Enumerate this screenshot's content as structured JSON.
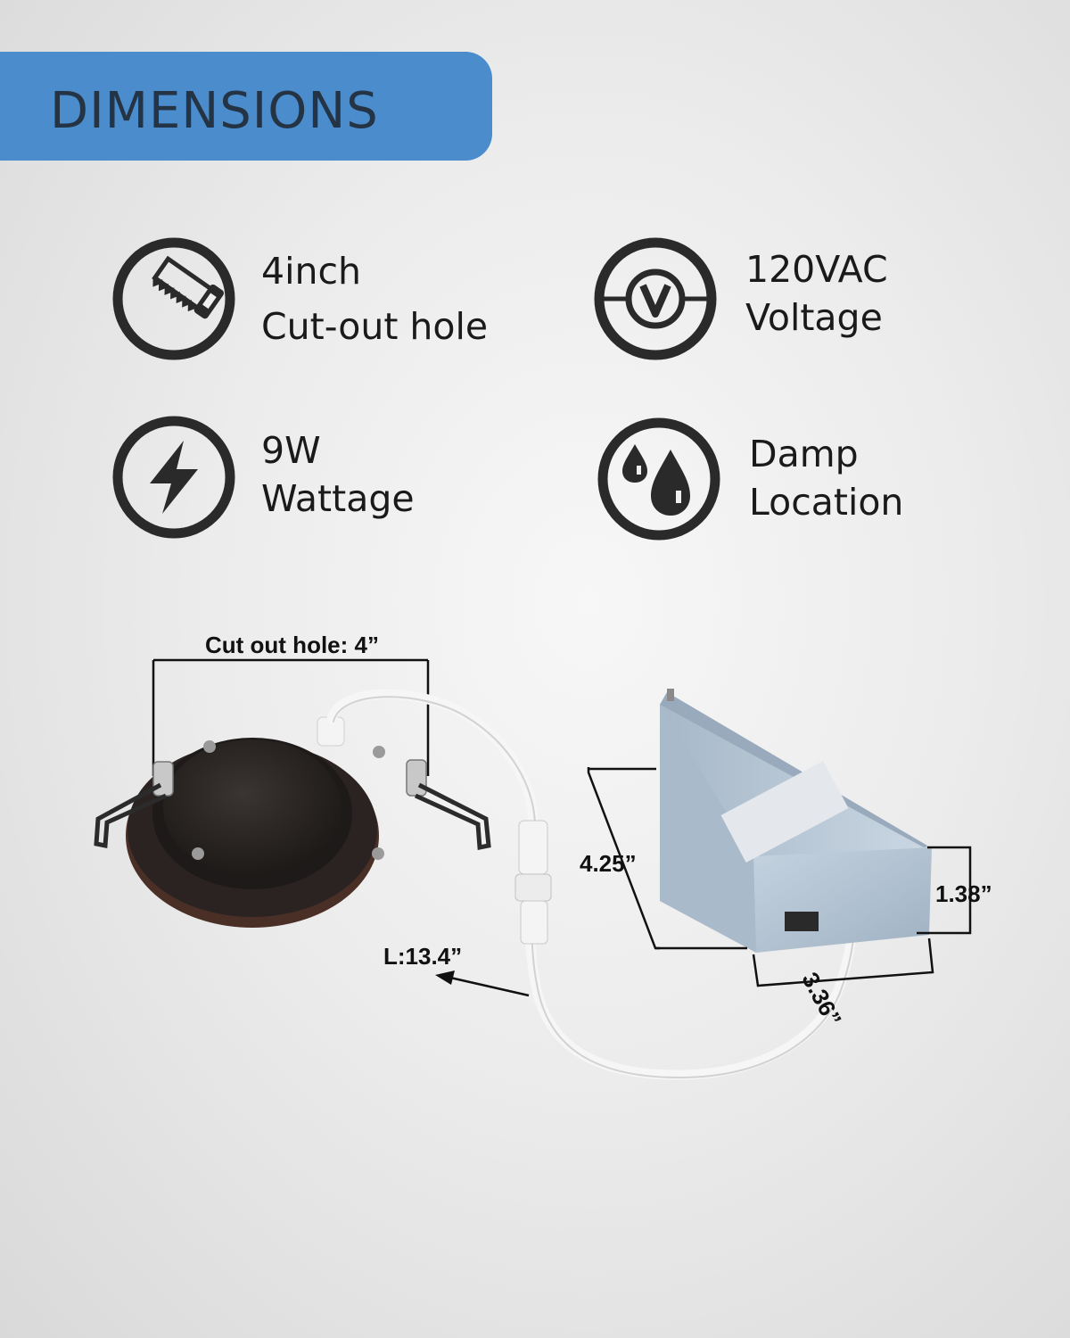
{
  "banner": {
    "title": "DIMENSIONS"
  },
  "features": [
    {
      "icon": "saw-icon",
      "line1": "4inch",
      "line2": "Cut-out hole"
    },
    {
      "icon": "voltage-icon",
      "line1": "120VAC",
      "line2": "Voltage"
    },
    {
      "icon": "lightning-bolt-icon",
      "line1": "9W",
      "line2": "Wattage"
    },
    {
      "icon": "water-drops-icon",
      "line1": "Damp",
      "line2": "Location"
    }
  ],
  "voltage_symbol": "V",
  "dimensions": {
    "cutout_label": "Cut  out hole: 4”",
    "cable_length": "L:13.4”",
    "box_length": "4.25”",
    "box_height": "1.38”",
    "box_width": "3.36”"
  },
  "colors": {
    "banner": "#4a8ccc",
    "banner_text": "#253445",
    "icon": "#2a2a2a"
  }
}
